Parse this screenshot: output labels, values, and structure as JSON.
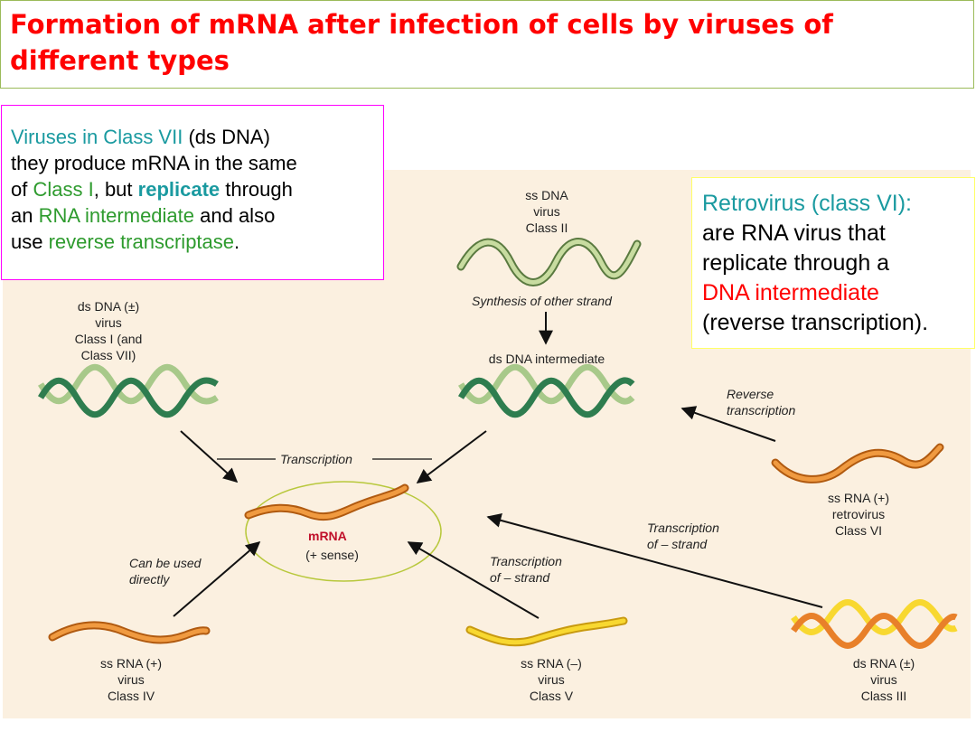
{
  "title": "Formation of mRNA after infection of cells by viruses of different types",
  "labels": {
    "ssdna": [
      "ss DNA",
      "virus",
      "Class II"
    ],
    "synthesis": "Synthesis of other strand",
    "dsdna_int": "ds DNA intermediate",
    "dsdna_class1": [
      "ds DNA (±)",
      "virus",
      "Class I (and",
      "Class VII)"
    ],
    "reverse": [
      "Reverse",
      "transcription"
    ],
    "transcription": "Transcription",
    "ssrna_retro": [
      "ss RNA (+)",
      "retrovirus",
      "Class VI"
    ],
    "mrna": "mRNA",
    "sense": "(+ sense)",
    "can_be_used": [
      "Can be used",
      "directly"
    ],
    "trans_minus_mid": [
      "Transcription",
      "of – strand"
    ],
    "trans_minus_right": [
      "Transcription",
      "of – strand"
    ],
    "ssrna_iv": [
      "ss RNA (+)",
      "virus",
      "Class IV"
    ],
    "ssrna_v": [
      "ss RNA (–)",
      "virus",
      "Class V"
    ],
    "dsrna_iii": [
      "ds RNA (±)",
      "virus",
      "Class III"
    ]
  },
  "left_box": {
    "line1_a": "Viruses in Class VII",
    "line1_b": " (ds DNA)",
    "line2": "they produce mRNA in the same",
    "line3_a": "of ",
    "line3_b": "Class I",
    "line3_c": ", but ",
    "line3_d": "replicate",
    "line3_e": " through",
    "line4_a": "an ",
    "line4_b": "RNA intermediate",
    "line4_c": " and also",
    "line5_a": "use ",
    "line5_b": "reverse transcriptase",
    "line5_c": "."
  },
  "right_box": {
    "line1": "Retrovirus (class VI):",
    "line2": "are RNA virus that",
    "line3": "replicate through a",
    "line4": "DNA intermediate",
    "line5": "(reverse transcription)."
  },
  "colors": {
    "title": "#ff0000",
    "teal": "#1a9aa0",
    "green": "#2e9b2e",
    "panel": "#fbf0e0",
    "dna_dark": "#2e7d4f",
    "dna_light": "#a8c98a",
    "rna_orange": "#e8802a",
    "rna_yellow": "#f0c020"
  }
}
